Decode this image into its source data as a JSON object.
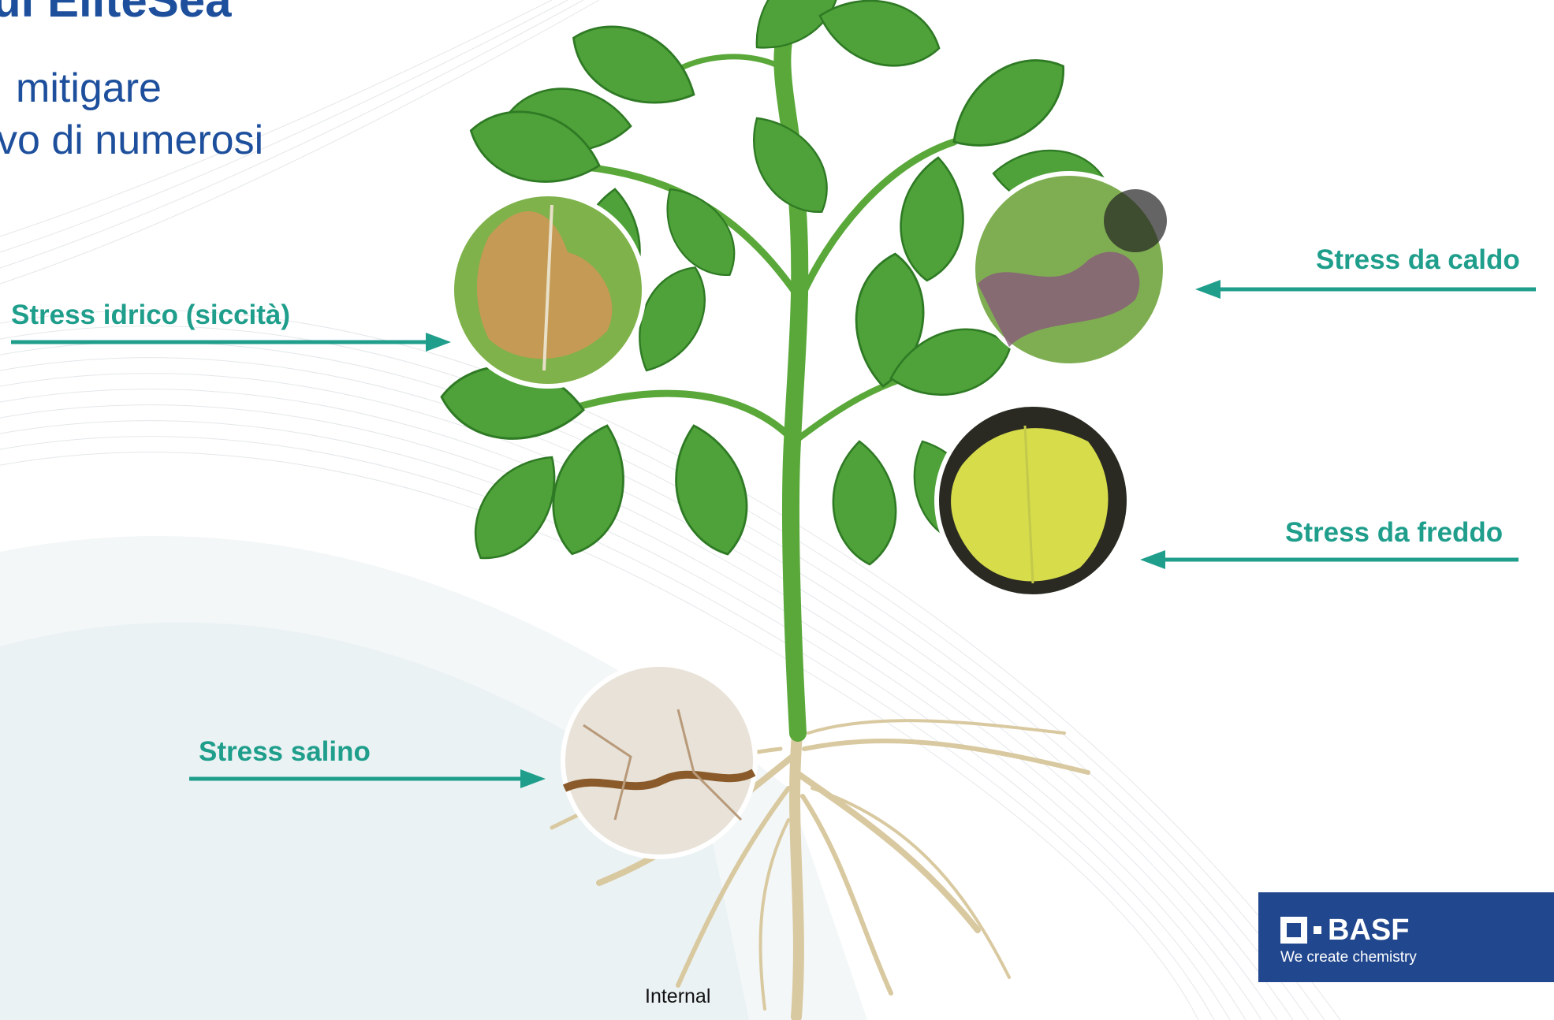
{
  "slide": {
    "title": "ul EliteSea",
    "subtitle_line1": "mitigare",
    "subtitle_line2": "vo di numerosi",
    "footer_label": "Internal"
  },
  "stress_labels": {
    "idrico": "Stress idrico (siccità)",
    "salino": "Stress salino",
    "caldo": "Stress da caldo",
    "freddo": "Stress da freddo"
  },
  "logo": {
    "wordmark": "BASF",
    "tagline": "We create chemistry"
  },
  "colors": {
    "title_blue": "#1d4f9c",
    "accent_teal": "#1f9e8c",
    "logo_blue": "#21478e",
    "leaf_green": "#4fa23a"
  }
}
